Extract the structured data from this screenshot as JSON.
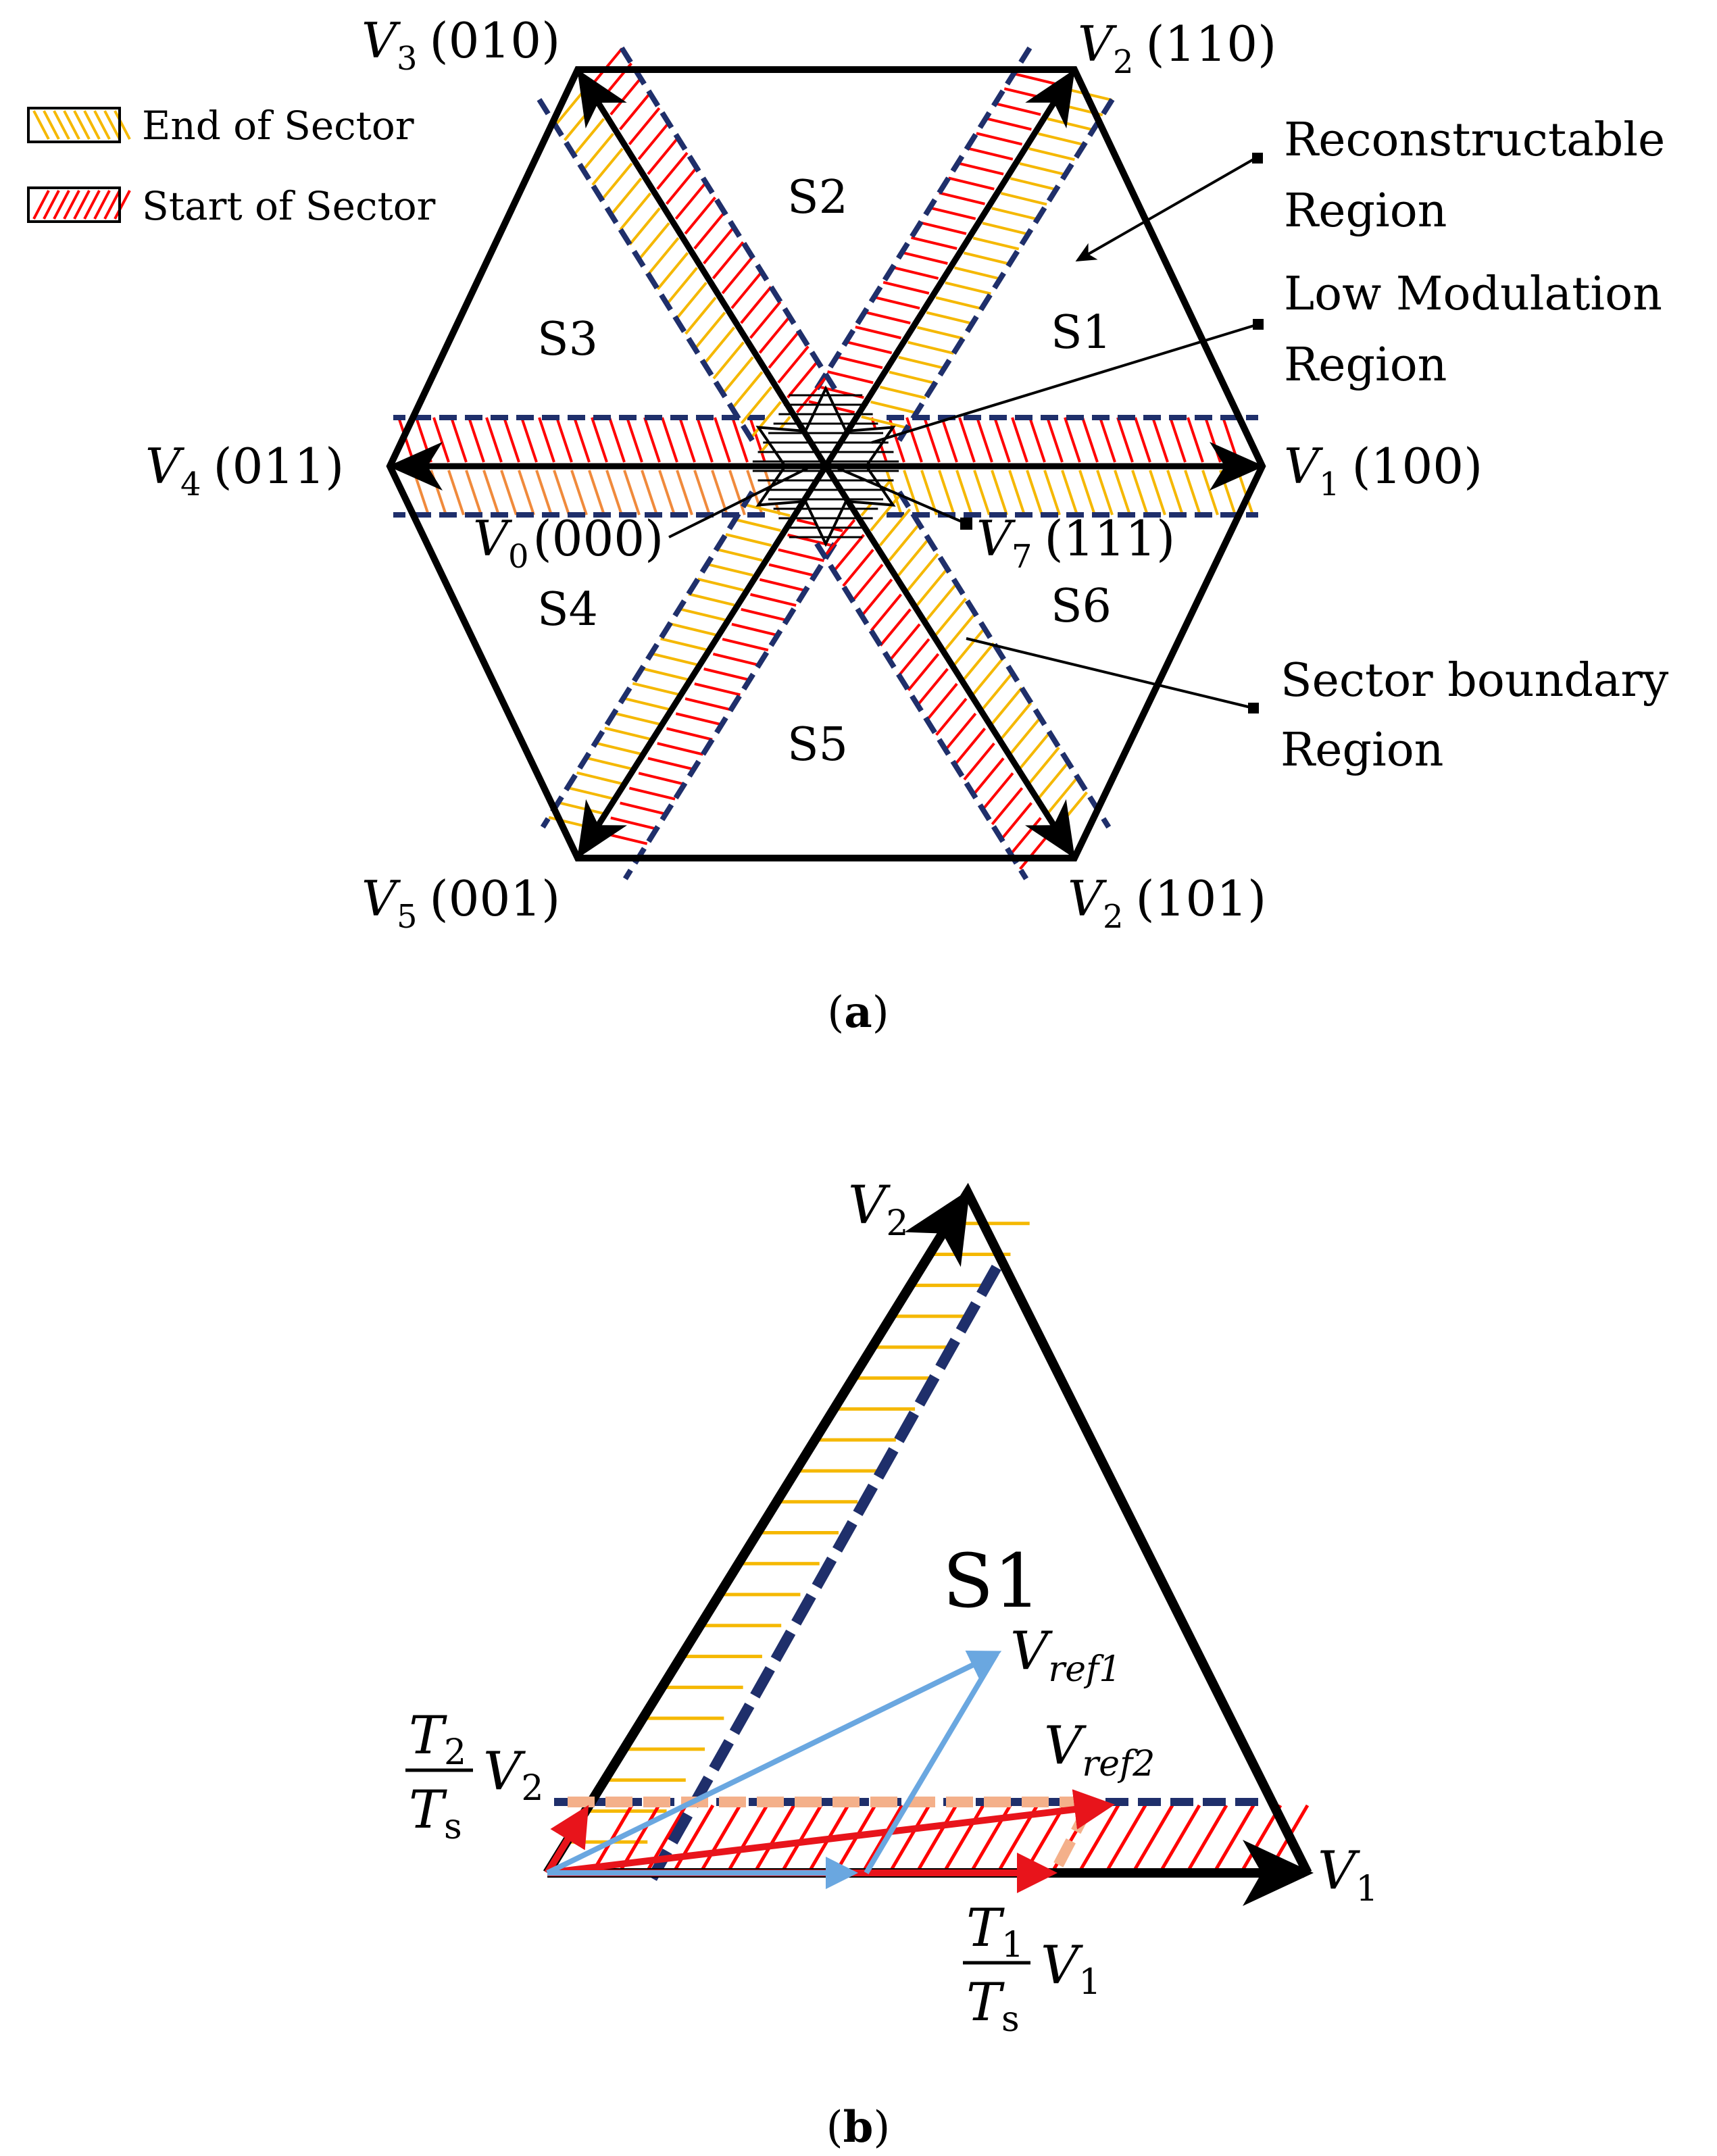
{
  "panel_a": {
    "legend": {
      "end_label": "End of Sector",
      "start_label": "Start of Sector"
    },
    "vectors": {
      "v1": {
        "sym": "V",
        "sub": "1",
        "code": "(100)"
      },
      "v2": {
        "sym": "V",
        "sub": "2",
        "code": "(110)"
      },
      "v3": {
        "sym": "V",
        "sub": "3",
        "code": "(010)"
      },
      "v4": {
        "sym": "V",
        "sub": "4",
        "code": "(011)"
      },
      "v5": {
        "sym": "V",
        "sub": "5",
        "code": "(001)"
      },
      "v6": {
        "sym": "V",
        "sub": "2",
        "code": "(101)"
      },
      "v0": {
        "sym": "V",
        "sub": "0",
        "code": "(000)"
      },
      "v7": {
        "sym": "V",
        "sub": "7",
        "code": "(111)"
      }
    },
    "sectors": [
      "S1",
      "S2",
      "S3",
      "S4",
      "S5",
      "S6"
    ],
    "annotations": {
      "reconstructable_1": "Reconstructable",
      "reconstructable_2": "Region",
      "low_mod_1": "Low Modulation",
      "low_mod_2": "Region",
      "boundary_1": "Sector boundary",
      "boundary_2": "Region"
    },
    "caption_letter": "a"
  },
  "panel_b": {
    "sector": "S1",
    "v1": {
      "sym": "V",
      "sub": "1"
    },
    "v2": {
      "sym": "V",
      "sub": "2"
    },
    "vref1": {
      "sym": "V",
      "sub": "ref1"
    },
    "vref2": {
      "sym": "V",
      "sub": "ref2"
    },
    "t1_frac": {
      "num_sym": "T",
      "num_sub": "1",
      "den_sym": "T",
      "den_sub": "s",
      "vec_sym": "V",
      "vec_sub": "1"
    },
    "t2_frac": {
      "num_sym": "T",
      "num_sub": "2",
      "den_sym": "T",
      "den_sub": "s",
      "vec_sym": "V",
      "vec_sub": "2"
    },
    "caption_letter": "b"
  },
  "colors": {
    "end_hatch": "#f5b800",
    "start_hatch": "#ff0000",
    "boundary_dash": "#1f2f6b",
    "orange_hatch": "#f08a3c",
    "vref_blue": "#6aa7e0",
    "vref_red": "#e8141b",
    "peach_dash": "#f4b08a"
  }
}
